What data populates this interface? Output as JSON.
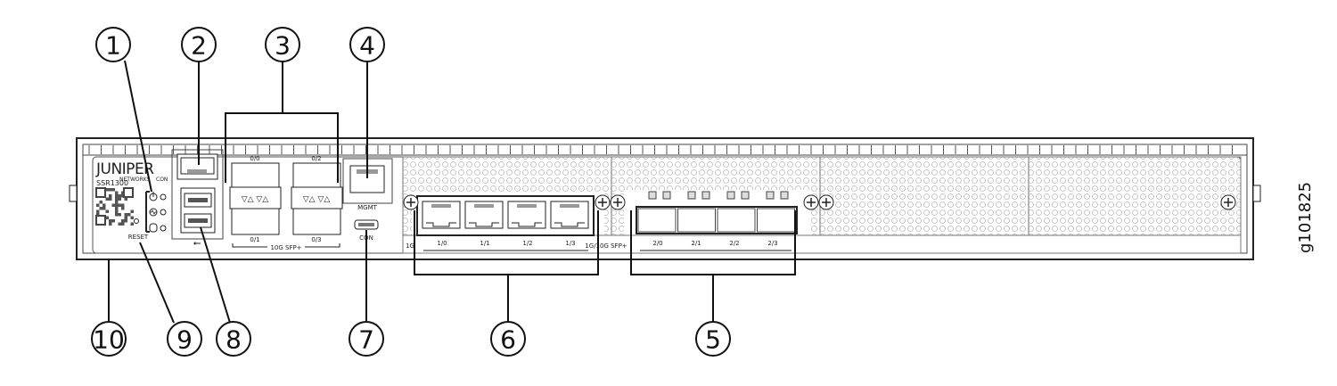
{
  "figure_id": "g101825",
  "device": {
    "brand": "JUNIPER",
    "brand_sub": "NETWORKS",
    "model": "SSR1300"
  },
  "panel_labels": {
    "con_top": "CON",
    "reset": "RESET",
    "sfp_ports": [
      "0/0",
      "0/1",
      "0/2",
      "0/3"
    ],
    "sfp_group": "10G SFP+",
    "mgmt": "MGMT",
    "con": "CON",
    "rj45_ports": [
      "1/0",
      "1/1",
      "1/2",
      "1/3"
    ],
    "rj45_group_prefix": "1G",
    "sfp2_group": "1G/10G SFP+",
    "sfp2_ports": [
      "2/0",
      "2/1",
      "2/2",
      "2/3"
    ]
  },
  "callouts": [
    "1",
    "2",
    "3",
    "4",
    "5",
    "6",
    "7",
    "8",
    "9",
    "10"
  ]
}
